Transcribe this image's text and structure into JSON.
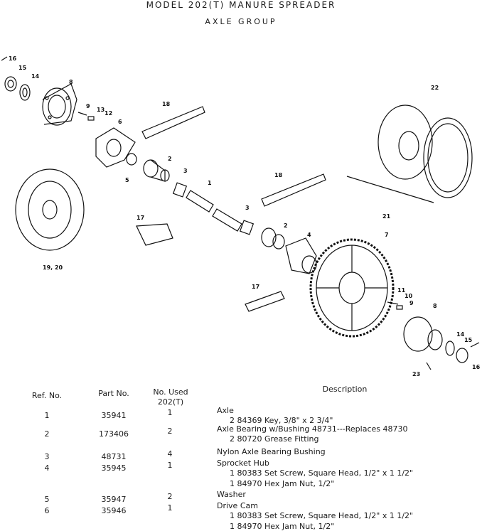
{
  "header": {
    "title": "MODEL 202(T) MANURE SPREADER",
    "subtitle": "AXLE GROUP"
  },
  "callouts": [
    "16",
    "15",
    "14",
    "8",
    "9",
    "13",
    "12",
    "6",
    "18",
    "2",
    "5",
    "3",
    "1",
    "22",
    "21",
    "19, 20",
    "17",
    "18",
    "3",
    "2",
    "4",
    "7",
    "17",
    "11",
    "10",
    "9",
    "8",
    "14",
    "15",
    "16",
    "23"
  ],
  "table": {
    "headers": {
      "ref": "Ref. No.",
      "part": "Part No.",
      "used": "No. Used 202(T)",
      "desc": "Description"
    },
    "rows": [
      {
        "ref": "1",
        "part": "35941",
        "used": "1",
        "desc": "Axle",
        "subs": [
          "2  84369  Key, 3/8\" x 2 3/4\""
        ]
      },
      {
        "ref": "2",
        "part": "173406",
        "used": "2",
        "desc": "Axle Bearing w/Bushing 48731---Replaces 48730",
        "subs": [
          "2  80720  Grease Fitting"
        ]
      },
      {
        "ref": "3",
        "part": "48731",
        "used": "4",
        "desc": "Nylon Axle Bearing Bushing",
        "subs": []
      },
      {
        "ref": "4",
        "part": "35945",
        "used": "1",
        "desc": "Sprocket Hub",
        "subs": [
          "1  80383  Set Screw, Square Head, 1/2\" x 1 1/2\"",
          "1  84970  Hex Jam Nut, 1/2\""
        ]
      },
      {
        "ref": "5",
        "part": "35947",
        "used": "2",
        "desc": "Washer",
        "subs": []
      },
      {
        "ref": "6",
        "part": "35946",
        "used": "1",
        "desc": "Drive Cam",
        "subs": [
          "1  80383  Set Screw, Square Head, 1/2\" x 1 1/2\"",
          "1  84970  Hex Jam Nut, 1/2\""
        ]
      }
    ]
  }
}
